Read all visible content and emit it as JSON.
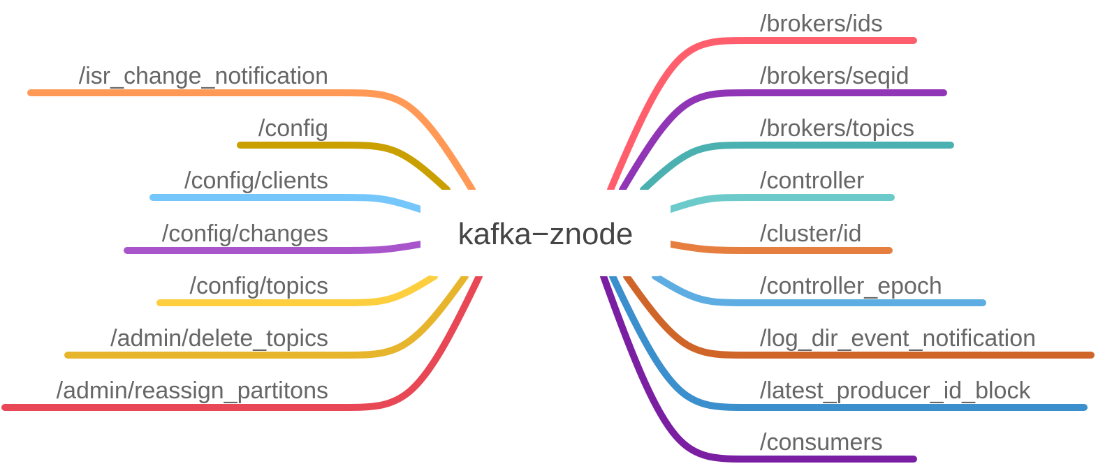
{
  "center": {
    "label": "kafka−znode"
  },
  "left_branches": [
    {
      "label": "/isr_change_notification",
      "color": "#FF9955"
    },
    {
      "label": "/config",
      "color": "#C9A000"
    },
    {
      "label": "/config/clients",
      "color": "#74C6FB"
    },
    {
      "label": "/config/changes",
      "color": "#A855CC"
    },
    {
      "label": "/config/topics",
      "color": "#FDCF3E"
    },
    {
      "label": "/admin/delete_topics",
      "color": "#E7B52C"
    },
    {
      "label": "/admin/reassign_partitons",
      "color": "#E84855"
    }
  ],
  "right_branches": [
    {
      "label": "/brokers/ids",
      "color": "#FF5F6D"
    },
    {
      "label": "/brokers/seqid",
      "color": "#9035B5"
    },
    {
      "label": "/brokers/topics",
      "color": "#4BB0B0"
    },
    {
      "label": "/controller",
      "color": "#6DCACA"
    },
    {
      "label": "/cluster/id",
      "color": "#E67E3F"
    },
    {
      "label": "/controller_epoch",
      "color": "#5DADE2"
    },
    {
      "label": "/log_dir_event_notification",
      "color": "#D0652A"
    },
    {
      "label": "/latest_producer_id_block",
      "color": "#3A8FCC"
    },
    {
      "label": "/consumers",
      "color": "#7B1FA2"
    }
  ]
}
